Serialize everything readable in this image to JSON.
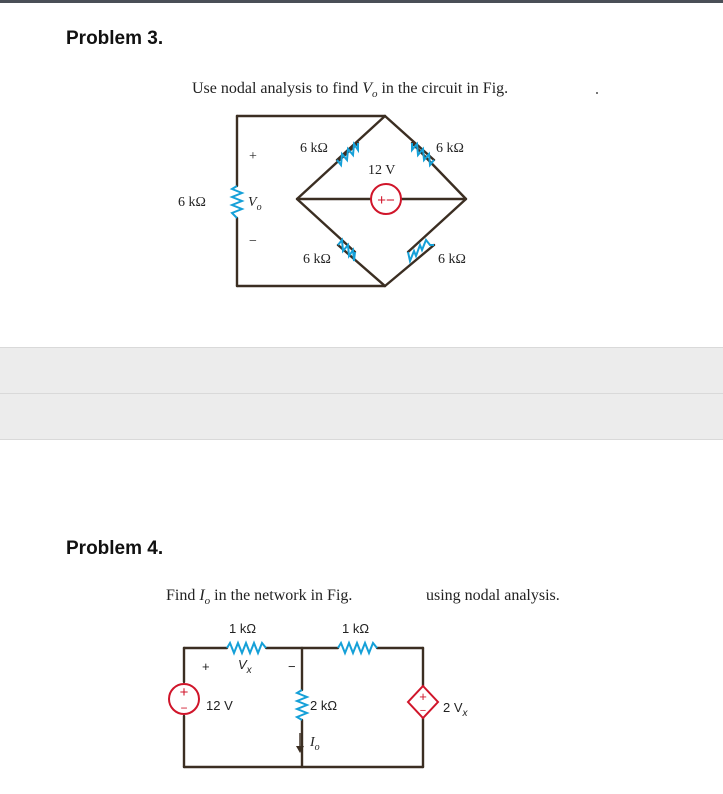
{
  "problem3": {
    "heading": "Problem 3.",
    "prompt_before": "Use nodal analysis to find ",
    "var_main": "V",
    "var_sub": "o",
    "prompt_after": " in the circuit in Fig.",
    "circuit": {
      "r_left": "6 kΩ",
      "r_top_left": "6 kΩ",
      "r_top_right": "6 kΩ",
      "r_bottom_left": "6 kΩ",
      "r_bottom_right": "6 kΩ",
      "source_voltage": "12 V",
      "source_sign": "+−",
      "vo_plus": "+",
      "vo_minus": "−",
      "vo_main": "V",
      "vo_sub": "o"
    }
  },
  "problem4": {
    "heading": "Problem 4.",
    "prompt_before": "Find ",
    "var_main": "I",
    "var_sub": "o",
    "prompt_mid": " in the network in Fig.",
    "prompt_after": "using nodal analysis.",
    "circuit": {
      "r_top_left": "1 kΩ",
      "r_top_right": "1 kΩ",
      "r_middle": "2 kΩ",
      "source_voltage": "12 V",
      "dep_source": "2 V",
      "dep_sub": "x",
      "vx_main": "V",
      "vx_sub": "x",
      "vx_plus": "+",
      "vx_minus": "−",
      "io_main": "I",
      "io_sub": "o",
      "plus": "+",
      "minus": "−"
    }
  },
  "colors": {
    "wire": "#3b2e22",
    "accent": "#d0152a",
    "resistor": "#15a0d8"
  }
}
